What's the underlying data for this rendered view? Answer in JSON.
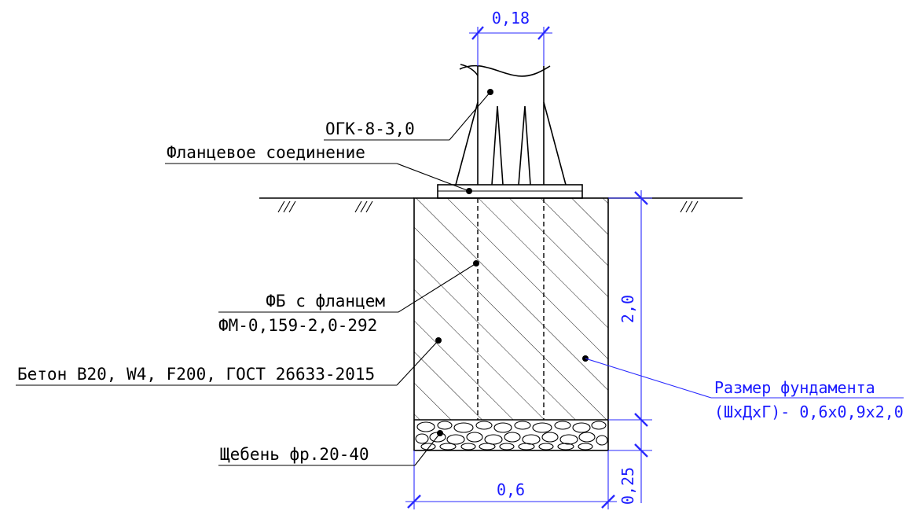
{
  "labels": {
    "pole": "ОГК-8-3,0",
    "flange_joint": "Фланцевое соединение",
    "pile_line1": "ФБ с фланцем",
    "pile_line2": "ФМ-0,159-2,0-292",
    "concrete": "Бетон В20, W4, F200, ГОСТ 26633-2015",
    "gravel": "Щебень фр.20-40",
    "foundation_size_line1": "Размер фундамента",
    "foundation_size_line2": "(ШхДхГ)- 0,6х0,9х2,0"
  },
  "dimensions": {
    "pole_width": "0,18",
    "depth": "2,0",
    "gravel_thickness": "0,25",
    "width": "0,6"
  },
  "colors": {
    "line": "#000000",
    "dimension": "#2a2aff",
    "text": "#000000"
  }
}
